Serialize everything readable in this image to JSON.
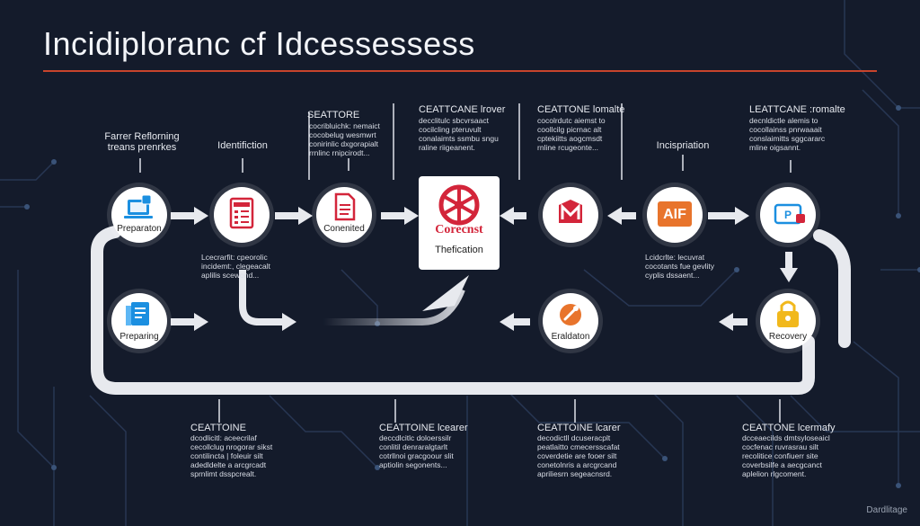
{
  "title": "Incidiploranc cf Idcessessess",
  "watermark": "Dardlitage",
  "colors": {
    "background": "#141b2b",
    "accent": "#c8442c",
    "node": "#ffffff",
    "icon_red": "#d3253a",
    "icon_orange": "#e8742c",
    "icon_yellow": "#f1b81c",
    "icon_blue": "#1b8fe0"
  },
  "top_labels": {
    "preparation_heading": [
      "Farrer Reflorning",
      "treans prenrkes"
    ],
    "identification_heading": "Identifiction",
    "contained_heading": "SEATTORE",
    "contained_desc": [
      "cocribluichk: nemaict",
      "cocobelug wesmwrt",
      "conirinlic dxgorapialt",
      "rrnlinc rnipcirodt..."
    ],
    "center_heading": "CEATTCANE lrover",
    "center_desc": [
      "decclitulc sbcvrsaact",
      "cocilcling pteruvult",
      "conalaimts ssmbu sngu",
      "raline riigeanent."
    ],
    "eradication_heading": "CEATTONE lomalte",
    "eradication_desc": [
      "cocolrdutc aiemst to",
      "coollcilg picrnac alt",
      "cptekiitts aogcmsdt",
      "rnline rcugeonte..."
    ],
    "incription_heading": "Incispriation",
    "recovery_heading": "LEATTCANE :romalte",
    "recovery_desc": [
      "decnldictle alemis to",
      "cocollainss pnrwaaait",
      "conslaimitts sggcararc",
      "mline oigsannt."
    ]
  },
  "mid_labels": {
    "left_desc": [
      "Lcecrarfit: cpeorolic",
      "incidemt:, clegeacalt",
      "aplilis scewond..."
    ],
    "right_desc": [
      "Lcidcrlte: lecuvrat",
      "cocotants fue gevlity",
      "cyplis dssaent..."
    ]
  },
  "nodes": {
    "preparation": "Preparaton",
    "identification": "",
    "contained": "Conenited",
    "center_brand": "Corecnst",
    "center_caption": "Thefication",
    "eradication_top": "",
    "incription": "AIF",
    "recovery_top": "",
    "preparing": "Preparing",
    "eradication": "Eraldaton",
    "recovery": "Recovery"
  },
  "bottom_labels": [
    {
      "heading": "CEATTOINE",
      "lines": [
        "dcodlicitl: aceecrilaf",
        "cecollclug nrogorar sikst",
        "contilincta | foleuir silt",
        "adedldelte a arcgrcadt",
        "sprnlimt dsspcrealt."
      ]
    },
    {
      "heading": "CEATTOINE lcearer",
      "lines": [
        "deccdlcitlc doloerssilr",
        "conlitil denraralgtarlt",
        "cotrllnoi gracgoour slit",
        "aptiolin segonents..."
      ]
    },
    {
      "heading": "CEATTOINE lcarer",
      "lines": [
        "decodictll dcuseracplt",
        "peatlaitto cmecersscafat",
        "coverdetie are fooer silt",
        "conetolnris a arcgrcand",
        "apriliesrn segeacnsrd."
      ]
    },
    {
      "heading": "CEATTONE lcermafy",
      "lines": [
        "dcceaecilds dmtsyloseaicl",
        "cocfenac ruvrasrau silt",
        "recolitice confiuerr site",
        "coverbsilfe a aecgcanct",
        "aplelion rlgcoment."
      ]
    }
  ]
}
